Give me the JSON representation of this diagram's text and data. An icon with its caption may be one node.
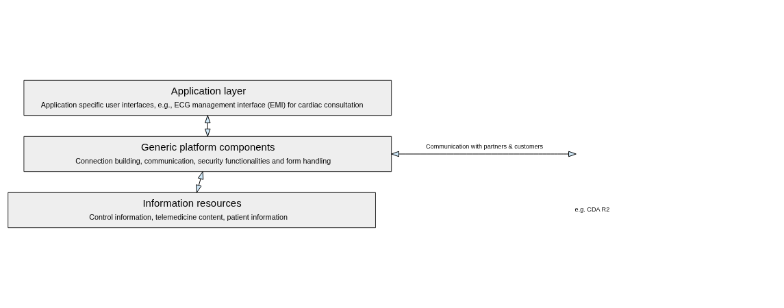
{
  "diagram": {
    "nodes": [
      {
        "text": [
          "Application layer",
          "Application specific user interfaces, e.g., ECG management interface (EMI) for cardiac consultation"
        ]
      },
      {
        "text": [
          "Generic platform components",
          "Connection building, communication, security functionalities and form handling"
        ]
      },
      {
        "text": [
          "Information resources",
          "Control information, telemedicine content, patient information"
        ]
      }
    ],
    "edges": [
      {
        "from": 0,
        "to": 1,
        "arrow": "both"
      },
      {
        "from": 1,
        "to": 2,
        "arrow": "both"
      },
      {
        "from": 1,
        "to": null,
        "arrow": "both",
        "label": "Communication with partners & customers"
      }
    ],
    "labels": [
      "e.g. CDA R2"
    ]
  }
}
